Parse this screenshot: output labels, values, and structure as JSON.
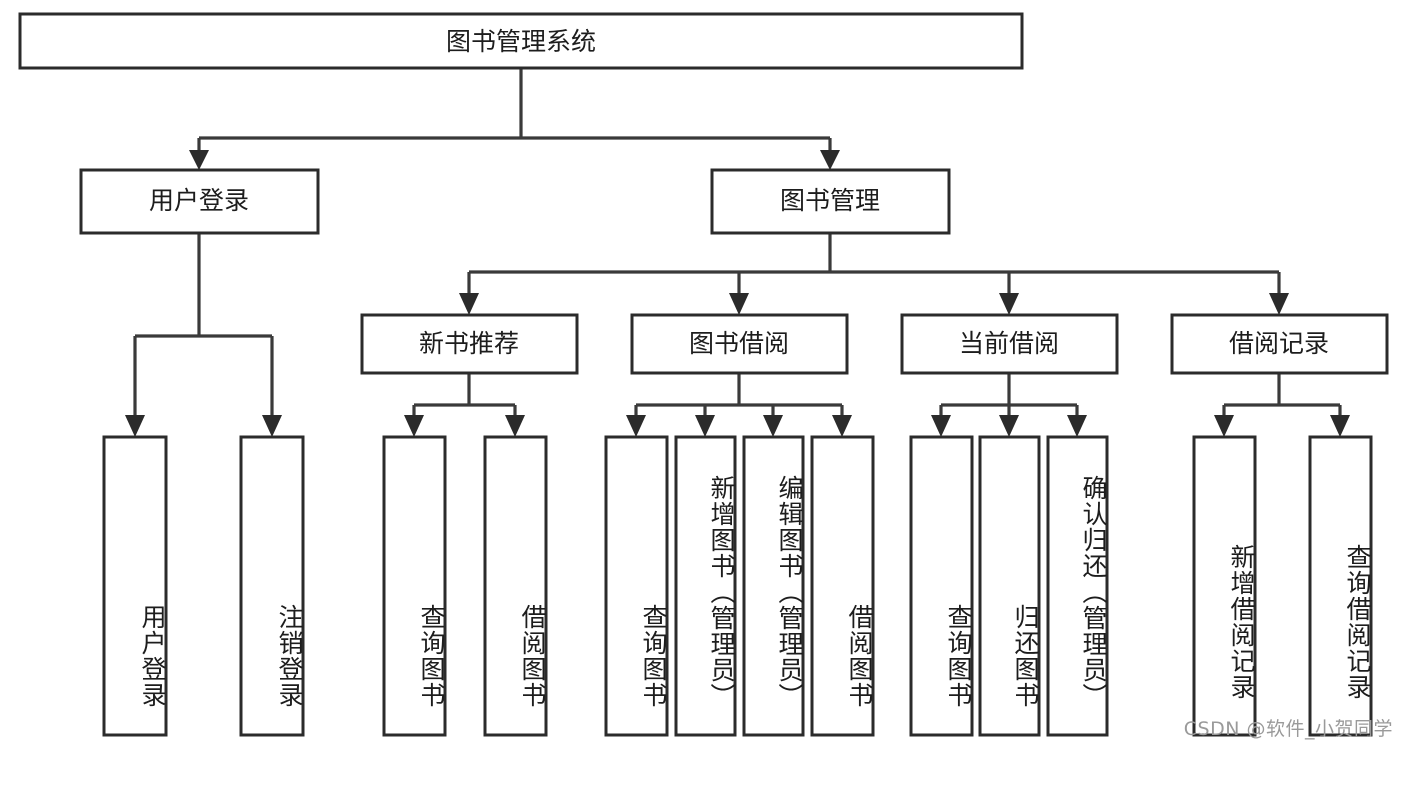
{
  "diagram": {
    "title_box": {
      "label": "图书管理系统"
    },
    "level2": [
      {
        "id": "user-login",
        "label": "用户登录"
      },
      {
        "id": "book-management",
        "label": "图书管理"
      }
    ],
    "level3": [
      {
        "id": "new-book-recommend",
        "label": "新书推荐"
      },
      {
        "id": "book-borrow",
        "label": "图书借阅"
      },
      {
        "id": "current-borrow",
        "label": "当前借阅"
      },
      {
        "id": "borrow-record",
        "label": "借阅记录"
      }
    ],
    "leaves": {
      "user_login": [
        {
          "id": "leaf-user-login",
          "label": "用户登录"
        },
        {
          "id": "leaf-logout",
          "label": "注销登录"
        }
      ],
      "new_book_recommend": [
        {
          "id": "leaf-query-book-1",
          "label": "查询图书"
        },
        {
          "id": "leaf-borrow-book-1",
          "label": "借阅图书"
        }
      ],
      "book_borrow": [
        {
          "id": "leaf-query-book-2",
          "label": "查询图书"
        },
        {
          "id": "leaf-add-book",
          "label": "新增图书（管理员）"
        },
        {
          "id": "leaf-edit-book",
          "label": "编辑图书（管理员）"
        },
        {
          "id": "leaf-borrow-book-2",
          "label": "借阅图书"
        }
      ],
      "current_borrow": [
        {
          "id": "leaf-query-book-3",
          "label": "查询图书"
        },
        {
          "id": "leaf-return-book",
          "label": "归还图书"
        },
        {
          "id": "leaf-confirm-return",
          "label": "确认归还（管理员）"
        }
      ],
      "borrow_record": [
        {
          "id": "leaf-add-record",
          "label": "新增借阅记录"
        },
        {
          "id": "leaf-query-record",
          "label": "查询借阅记录"
        }
      ]
    }
  },
  "watermark": {
    "text": "CSDN @软件_小贺同学"
  },
  "colors": {
    "box_stroke": "#2b2b2b",
    "connector": "#3a3a3a",
    "text": "#1d1d1d",
    "background": "#ffffff",
    "watermark_text": "#9a9a9a"
  }
}
